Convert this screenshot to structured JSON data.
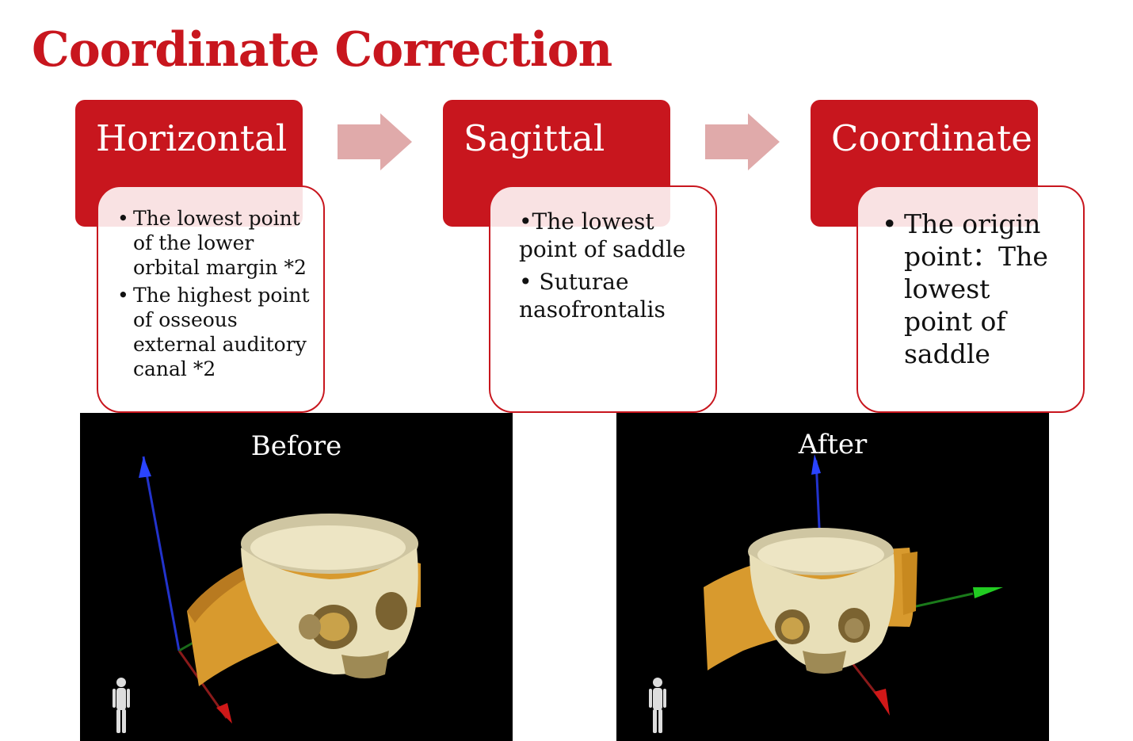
{
  "title": "Coordinate Correction",
  "colors": {
    "accent": "#c8161e",
    "arrow": "#e0aaaa",
    "bone": "#e8dfb8",
    "band": "#d89a2e"
  },
  "steps": [
    {
      "heading": "Horizontal",
      "items": [
        "The lowest point of the lower orbital margin *2",
        "The highest point of osseous external auditory canal *2"
      ]
    },
    {
      "heading": "Sagittal",
      "items": [
        "The lowest point of saddle",
        "Suturae nasofrontalis"
      ]
    },
    {
      "heading": "Coordinate",
      "items": [
        "The origin point：The lowest point of saddle"
      ]
    }
  ],
  "panels": [
    {
      "label": "Before"
    },
    {
      "label": "After"
    }
  ]
}
